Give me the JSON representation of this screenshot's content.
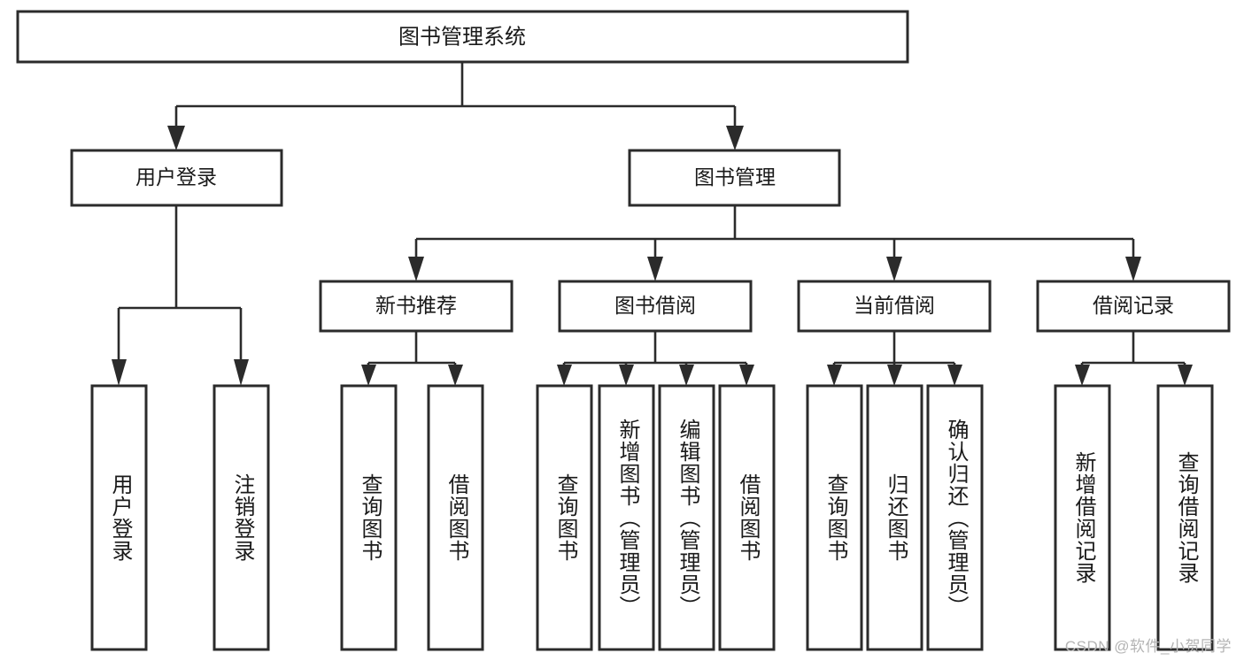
{
  "diagram": {
    "title": "图书管理系统",
    "type": "hierarchy-tree",
    "watermark": "CSDN @软件_小贺同学",
    "colors": {
      "box_stroke": "#2b2b2b",
      "box_fill": "#ffffff",
      "connector": "#2b2b2b",
      "text": "#1a1a1a",
      "watermark": "#b4b4b4",
      "background": "#ffffff"
    },
    "levels": {
      "root": {
        "label": "图书管理系统"
      },
      "level2": [
        {
          "label": "用户登录"
        },
        {
          "label": "图书管理"
        }
      ],
      "level3": [
        {
          "label": "新书推荐"
        },
        {
          "label": "图书借阅"
        },
        {
          "label": "当前借阅"
        },
        {
          "label": "借阅记录"
        }
      ],
      "leaves": {
        "user_login": [
          {
            "label": "用户登录"
          },
          {
            "label": "注销登录"
          }
        ],
        "new_book_recommend": [
          {
            "label": "查询图书"
          },
          {
            "label": "借阅图书"
          }
        ],
        "book_borrow": [
          {
            "label": "查询图书"
          },
          {
            "label": "新增图书（管理员）"
          },
          {
            "label": "编辑图书（管理员）"
          },
          {
            "label": "借阅图书"
          }
        ],
        "current_borrow": [
          {
            "label": "查询图书"
          },
          {
            "label": "归还图书"
          },
          {
            "label": "确认归还（管理员）"
          }
        ],
        "borrow_record": [
          {
            "label": "新增借阅记录"
          },
          {
            "label": "查询借阅记录"
          }
        ]
      }
    }
  }
}
